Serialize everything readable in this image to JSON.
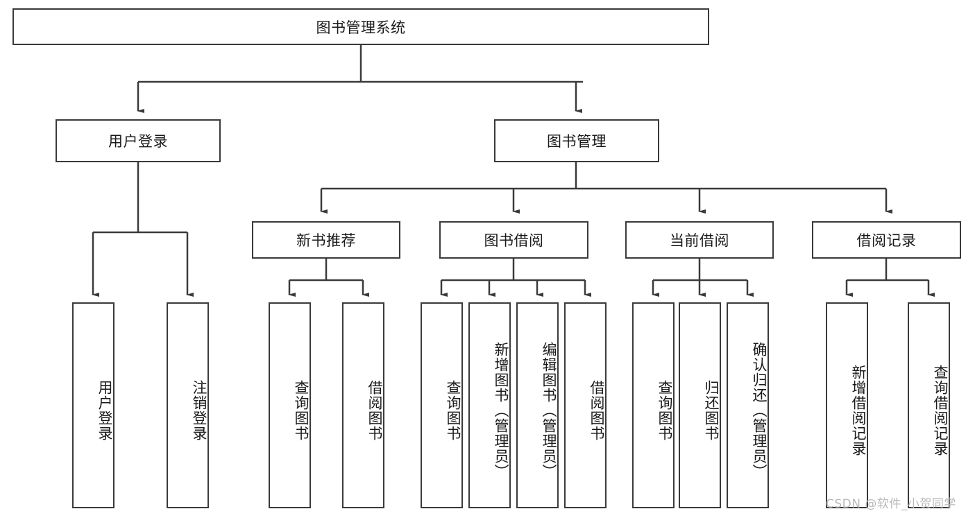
{
  "diagram": {
    "title": "图书管理系统",
    "type": "hierarchy-tree",
    "root": {
      "label": "图书管理系统"
    },
    "level2": [
      {
        "label": "用户登录"
      },
      {
        "label": "图书管理"
      }
    ],
    "level3": [
      {
        "label": "新书推荐"
      },
      {
        "label": "图书借阅"
      },
      {
        "label": "当前借阅"
      },
      {
        "label": "借阅记录"
      }
    ],
    "leaves_user_login": [
      {
        "label": "用户登录"
      },
      {
        "label": "注销登录"
      }
    ],
    "leaves_new_book": [
      {
        "label": "查询图书"
      },
      {
        "label": "借阅图书"
      }
    ],
    "leaves_borrow": [
      {
        "label": "查询图书"
      },
      {
        "label": "新增图书（管理员）"
      },
      {
        "label": "编辑图书（管理员）"
      },
      {
        "label": "借阅图书"
      }
    ],
    "leaves_current": [
      {
        "label": "查询图书"
      },
      {
        "label": "归还图书"
      },
      {
        "label": "确认归还（管理员）"
      }
    ],
    "leaves_records": [
      {
        "label": "新增借阅记录"
      },
      {
        "label": "查询借阅记录"
      }
    ]
  },
  "watermark": {
    "text": "CSDN @软件_小贺同学"
  },
  "colors": {
    "border": "#3a3a3a",
    "background": "#ffffff",
    "text": "#1a1a1a",
    "watermark": "#b9b9b9"
  }
}
